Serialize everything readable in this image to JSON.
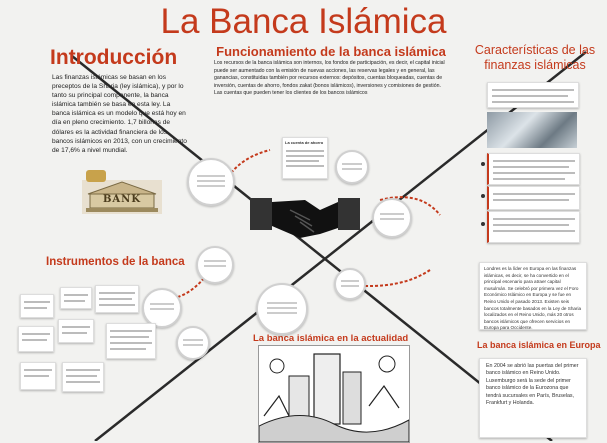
{
  "title": "La Banca Islámica",
  "introduccion": {
    "heading": "Introducción",
    "text": "Las finanzas islámicas se basan en los preceptos de la Sharia (ley islámica), y por lo tanto su principal componente, la banca islámica también se basa en esta ley. La banca islámica es un modelo que está hoy en día en pleno crecimiento. 1,7 billones de dólares es la actividad financiera de los bancos islámicos en 2013, con un crecimiento de 17,6% a nivel mundial."
  },
  "funcionamiento": {
    "heading": "Funcionamiento de la banca islámica",
    "text": "Los recursos de la banca islámica son internos, los fondos de participación, es decir, el capital inicial puede ser aumentado con la emisión de nuevas acciones, las reservas legales y en general, las ganancias, constituidas también por recursos externos: depósitos, cuentas bloqueadas, cuentas de inversión, cuentas de ahorro, fondos zakat (bonos islámicos), inversiones y comisiones de gestión. Las cuentas que pueden tener los clientes de los bancos islámicos"
  },
  "caracteristicas": {
    "heading": "Características de las finanzas islámicas"
  },
  "instrumentos": {
    "heading": "Instrumentos de la banca"
  },
  "actualidad": {
    "heading": "La banca islámica en la actualidad"
  },
  "europa": {
    "heading": "La banca islámica en Europa",
    "card1": "Londres es la líder en Europa en las finanzas islámicas, es decir, se ha convertido en el principal escenario para atraer capital musulmán. Se celebró por primera vez el Foro Económico Islámico en Europa y se fue en Reino Unido el pasado 2013. Existen seis bancos totalmente basados en la Ley de Sharia localizados en el Reino Unido, más 20 otros bancos islámicos que ofrecen servicios en Europa para Occidente.",
    "card2": "En 2004 se abrió las puertas del primer banco islámico en Reino Unido. Luxemburgo será la sede del primer banco islámico de la Eurozona que tendrá sucursales en París, Bruselas, Frankfurt y Holanda."
  },
  "bank_sign": "BANK",
  "note_card_title": "La cuenta de ahorro"
}
